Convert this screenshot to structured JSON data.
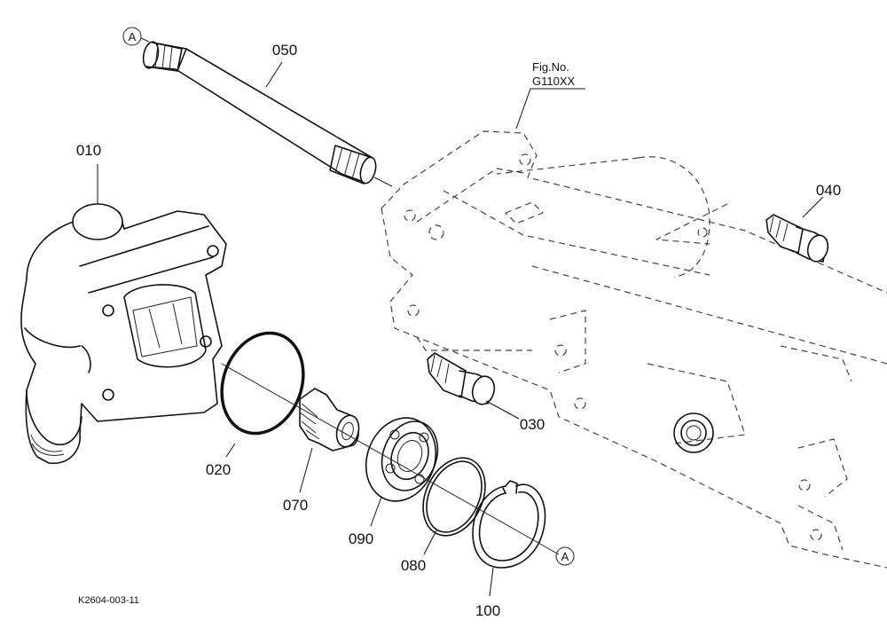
{
  "labels": {
    "p010": "010",
    "p020": "020",
    "p030": "030",
    "p040": "040",
    "p050": "050",
    "p070": "070",
    "p080": "080",
    "p090": "090",
    "p100": "100"
  },
  "markers": {
    "start": "A",
    "end": "A"
  },
  "figure_ref": {
    "line1": "Fig.No.",
    "line2": "G110XX"
  },
  "drawing_id": "K2604-003-11"
}
